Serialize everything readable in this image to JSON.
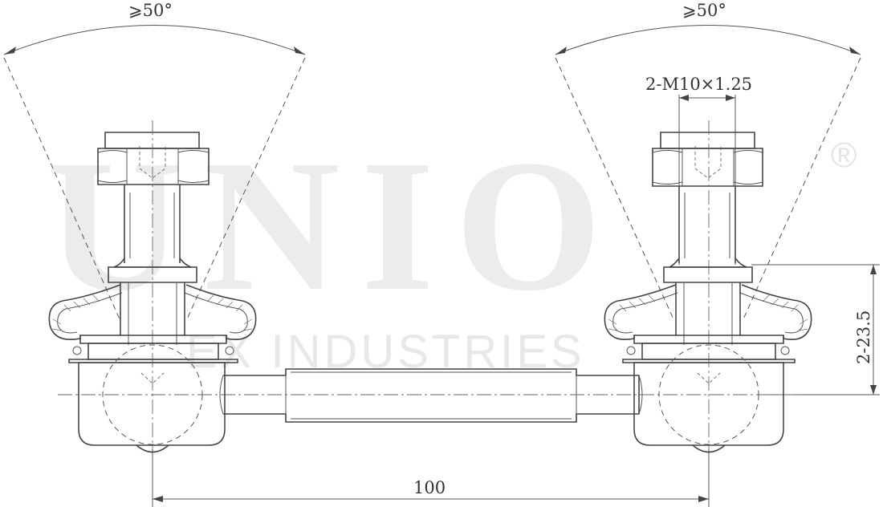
{
  "watermark": {
    "brand": "UNIO",
    "registered": "®",
    "tagline": "EX INDUSTRIES"
  },
  "dimensions": {
    "angle_left": "⩾50°",
    "angle_right": "⩾50°",
    "thread": "2-M10×1.25",
    "height": "2-23.5",
    "center_distance": "100"
  }
}
